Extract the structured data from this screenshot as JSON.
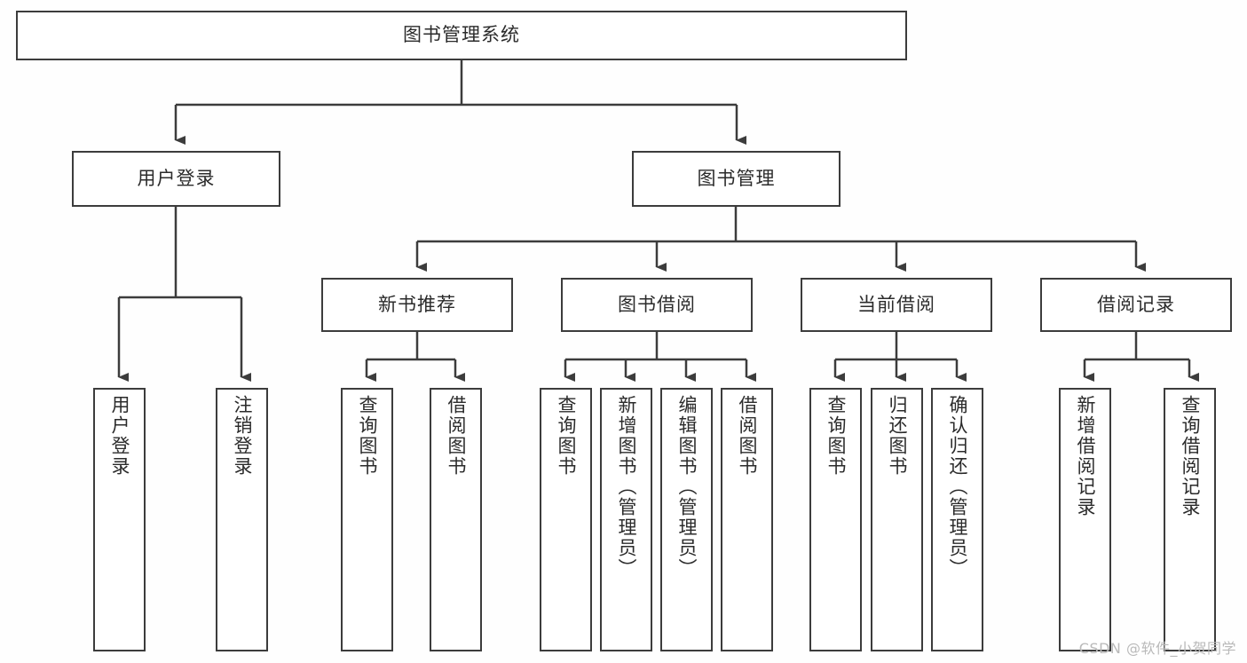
{
  "diagram": {
    "title": "图书管理系统",
    "type": "tree-hierarchy-functional-structure",
    "watermark": "CSDN @软件_小贺同学",
    "colors": {
      "background": "#fefefe",
      "node_fill": "#ffffff",
      "node_border": "#3c3c3c",
      "edge": "#3c3c3c",
      "text": "#2b2b2b",
      "watermark": "#b9b9b9"
    }
  },
  "nodes": {
    "root": {
      "label": "图书管理系统",
      "level": 0,
      "orientation": "horizontal"
    },
    "level1": [
      {
        "id": "user-login",
        "label": "用户登录",
        "orientation": "horizontal"
      },
      {
        "id": "book-manage",
        "label": "图书管理",
        "orientation": "horizontal"
      }
    ],
    "level2": [
      {
        "id": "new-book-rec",
        "label": "新书推荐",
        "orientation": "horizontal",
        "parent": "book-manage"
      },
      {
        "id": "book-borrow",
        "label": "图书借阅",
        "orientation": "horizontal",
        "parent": "book-manage"
      },
      {
        "id": "current-borrow",
        "label": "当前借阅",
        "orientation": "horizontal",
        "parent": "book-manage"
      },
      {
        "id": "borrow-record",
        "label": "借阅记录",
        "orientation": "horizontal",
        "parent": "book-manage"
      }
    ],
    "leaves": [
      {
        "id": "leaf-user-login",
        "label": "用户登录",
        "orientation": "vertical",
        "parent": "user-login"
      },
      {
        "id": "leaf-logout",
        "label": "注销登录",
        "orientation": "vertical",
        "parent": "user-login"
      },
      {
        "id": "leaf-query-book-1",
        "label": "查询图书",
        "orientation": "vertical",
        "parent": "new-book-rec"
      },
      {
        "id": "leaf-borrow-book-1",
        "label": "借阅图书",
        "orientation": "vertical",
        "parent": "new-book-rec"
      },
      {
        "id": "leaf-query-book-2",
        "label": "查询图书",
        "orientation": "vertical",
        "parent": "book-borrow"
      },
      {
        "id": "leaf-add-book",
        "label": "新增图书（管理员）",
        "orientation": "vertical",
        "parent": "book-borrow"
      },
      {
        "id": "leaf-edit-book",
        "label": "编辑图书（管理员）",
        "orientation": "vertical",
        "parent": "book-borrow"
      },
      {
        "id": "leaf-borrow-book-2",
        "label": "借阅图书",
        "orientation": "vertical",
        "parent": "book-borrow"
      },
      {
        "id": "leaf-query-book-3",
        "label": "查询图书",
        "orientation": "vertical",
        "parent": "current-borrow"
      },
      {
        "id": "leaf-return-book",
        "label": "归还图书",
        "orientation": "vertical",
        "parent": "current-borrow"
      },
      {
        "id": "leaf-confirm-return",
        "label": "确认归还（管理员）",
        "orientation": "vertical",
        "parent": "current-borrow"
      },
      {
        "id": "leaf-add-record",
        "label": "新增借阅记录",
        "orientation": "vertical",
        "parent": "borrow-record"
      },
      {
        "id": "leaf-query-record",
        "label": "查询借阅记录",
        "orientation": "vertical",
        "parent": "borrow-record"
      }
    ]
  }
}
